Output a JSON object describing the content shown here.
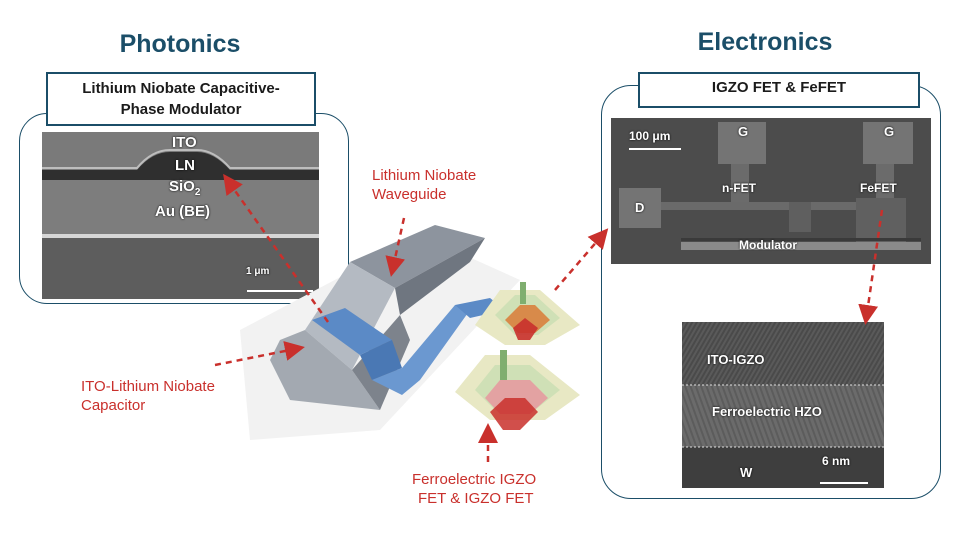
{
  "photonics": {
    "heading": "Photonics",
    "title_line1": "Lithium Niobate Capacitive-",
    "title_line2": "Phase Modulator",
    "sem": {
      "layers": [
        "ITO",
        "LN",
        "SiO",
        "Au (BE)"
      ],
      "sio2_subscript": "2",
      "scale_bar": "1 μm"
    }
  },
  "electronics": {
    "heading": "Electronics",
    "title": "IGZO FET & FeFET",
    "micrograph": {
      "scale_bar": "100 μm",
      "labels": {
        "g_left": "G",
        "g_right": "G",
        "d": "D",
        "nfet": "n-FET",
        "fefet": "FeFET",
        "modulator": "Modulator"
      }
    },
    "tem": {
      "top_layer": "ITO-IGZO",
      "mid_layer": "Ferroelectric HZO",
      "bottom_layer": "W",
      "scale_bar": "6 nm"
    }
  },
  "device_labels": {
    "waveguide_line1": "Lithium Niobate",
    "waveguide_line2": "Waveguide",
    "capacitor_line1": "ITO-Lithium Niobate",
    "capacitor_line2": "Capacitor",
    "fet_line1": "Ferroelectric IGZO",
    "fet_line2": "FET & IGZO FET"
  },
  "colors": {
    "accent": "#1b4e68",
    "annotation_red": "#c9302c",
    "waveguide_blue": "#5b8ac6"
  }
}
